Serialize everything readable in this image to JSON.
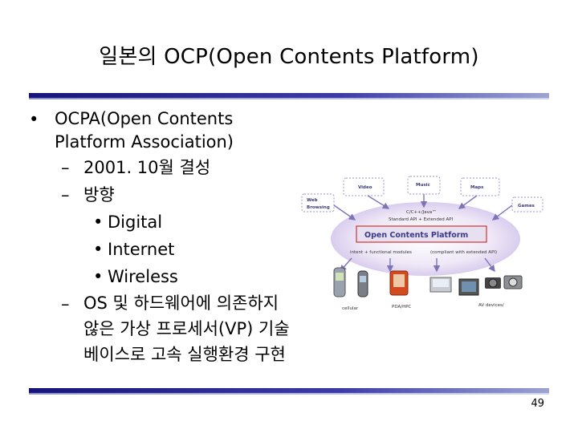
{
  "slide": {
    "title": "일본의 OCP(Open Contents Platform)",
    "page_number": "49"
  },
  "bullets": {
    "main": "OCPA(Open Contents Platform Association)",
    "founded": "2001. 10월 결성",
    "direction": "방향",
    "directions": [
      "Digital",
      "Internet",
      "Wireless"
    ],
    "vp": "OS 및 하드웨어에 의존하지 않은 가상 프로세서(VP) 기술 베이스로 고속 실행환경 구현"
  },
  "diagram": {
    "content_boxes": [
      "Web Browsing",
      "Video",
      "Music",
      "Maps",
      "Games"
    ],
    "api_label": "C/C++/Java™",
    "api_sublabel": "Standard API + Extended API",
    "platform_label": "Open Contents Platform",
    "modules_left": "intent + functional modules",
    "modules_right": "(compliant with extended API)",
    "device_labels": [
      "cellular",
      "PDA/HPC",
      "AV devices/"
    ]
  }
}
